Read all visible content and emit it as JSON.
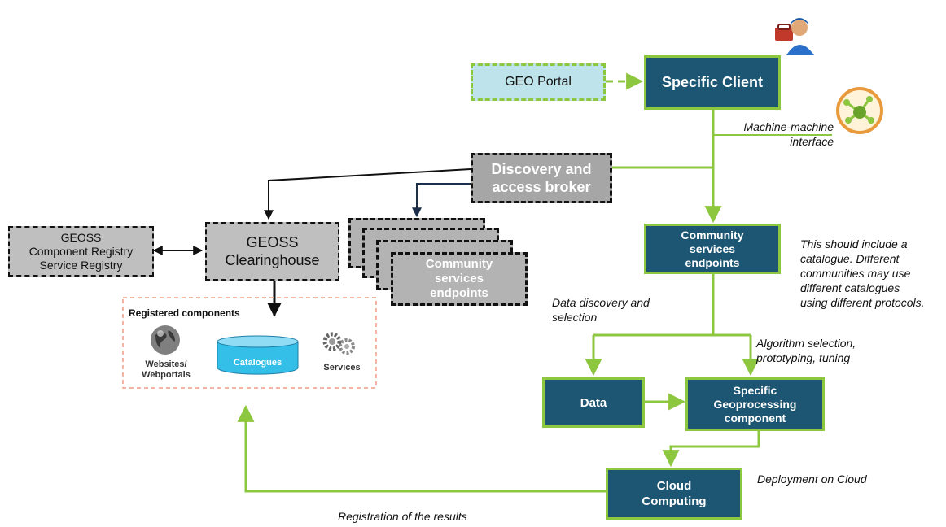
{
  "nodes": {
    "geo_portal": "GEO Portal",
    "specific_client": "Specific Client",
    "discovery_broker": "Discovery and\naccess broker",
    "geoss_registry": "GEOSS\nComponent Registry\nService Registry",
    "geoss_clearinghouse": "GEOSS\nClearinghouse",
    "community_stack": "Community\nservices\nendpoints",
    "community_endpoints": "Community\nservices\nendpoints",
    "data": "Data",
    "geoprocessing": "Specific\nGeoprocessing\ncomponent",
    "cloud": "Cloud\nComputing"
  },
  "registered": {
    "title": "Registered components",
    "websites": "Websites/\nWebportals",
    "catalogues": "Catalogues",
    "services": "Services"
  },
  "labels": {
    "machine": "Machine-machine\ninterface",
    "catalogue_note": "This should include a\ncatalogue. Different\ncommunities may use\ndifferent catalogues\nusing different protocols.",
    "data_discovery": "Data discovery and\nselection",
    "algorithm": "Algorithm selection,\nprototyping, tuning",
    "deployment": "Deployment on Cloud",
    "registration": "Registration of the results"
  },
  "icons": {
    "user": "user-with-toolbox-icon",
    "network": "network-hub-icon",
    "globe": "globe-icon",
    "database": "database-icon",
    "gears": "gears-icon"
  },
  "colors": {
    "box_fill": "#1d5673",
    "accent_green": "#8dc63f",
    "portal_fill": "#bfe3ea",
    "gray_box": "#bfbfbf",
    "registered_border": "#f29b88"
  }
}
